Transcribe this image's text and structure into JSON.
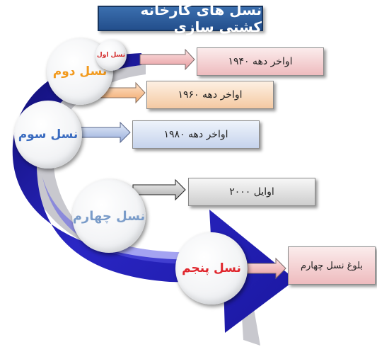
{
  "title": "نسل های کارخانه کشتی سازی",
  "generations": [
    {
      "label": "نسل اول",
      "period": "اواخر دهه ۱۹۴۰",
      "color": "#d42a2a"
    },
    {
      "label": "نسل دوم",
      "period": "اواخر دهه ۱۹۶۰",
      "color": "#f29a1e"
    },
    {
      "label": "نسل سوم",
      "period": "اواخر دهه ۱۹۸۰",
      "color": "#3b6cc0"
    },
    {
      "label": "نسل چهارم",
      "period": "اوایل ۲۰۰۰",
      "color": "#7a9cc9"
    },
    {
      "label": "نسل پنجم",
      "period": "بلوغ نسل چهارم",
      "color": "#e0252c"
    }
  ],
  "colors": {
    "curve_dark": "#15138f",
    "curve_light": "#3b37d8",
    "title_bg": "#2b5b9b",
    "arrow_1": "#f0b7b7",
    "arrow_2": "#f6c29a",
    "arrow_3": "#c3d2ee",
    "arrow_4": "#cfcfcf",
    "arrow_5": "#f0b7b7"
  }
}
